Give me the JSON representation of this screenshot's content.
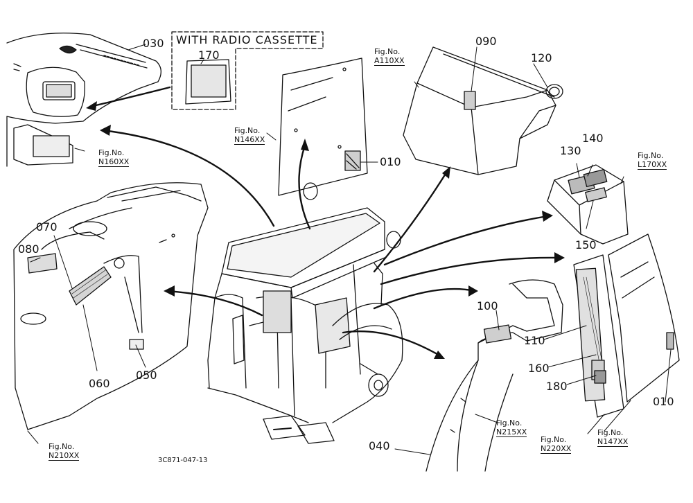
{
  "header_label": "WITH RADIO CASSETTE",
  "drawing_code": "3C871-047-13",
  "part_labels": {
    "p030": "030",
    "p170": "170",
    "p090": "090",
    "p120": "120",
    "p010a": "010",
    "p140": "140",
    "p130": "130",
    "p150": "150",
    "p070": "070",
    "p080": "080",
    "p060": "060",
    "p050": "050",
    "p100": "100",
    "p110": "110",
    "p160": "160",
    "p180": "180",
    "p010b": "010",
    "p040": "040"
  },
  "figure_refs": {
    "a110": {
      "line1": "Fig.No.",
      "line2": "A110XX"
    },
    "n146": {
      "line1": "Fig.No.",
      "line2": "N146XX"
    },
    "n160": {
      "line1": "Fig.No.",
      "line2": "N160XX"
    },
    "l170": {
      "line1": "Fig.No.",
      "line2": "L170XX"
    },
    "n210": {
      "line1": "Fig.No.",
      "line2": "N210XX"
    },
    "n215": {
      "line1": "Fig.No.",
      "line2": "N215XX"
    },
    "n220": {
      "line1": "Fig.No.",
      "line2": "N220XX"
    },
    "n147": {
      "line1": "Fig.No.",
      "line2": "N147XX"
    }
  }
}
